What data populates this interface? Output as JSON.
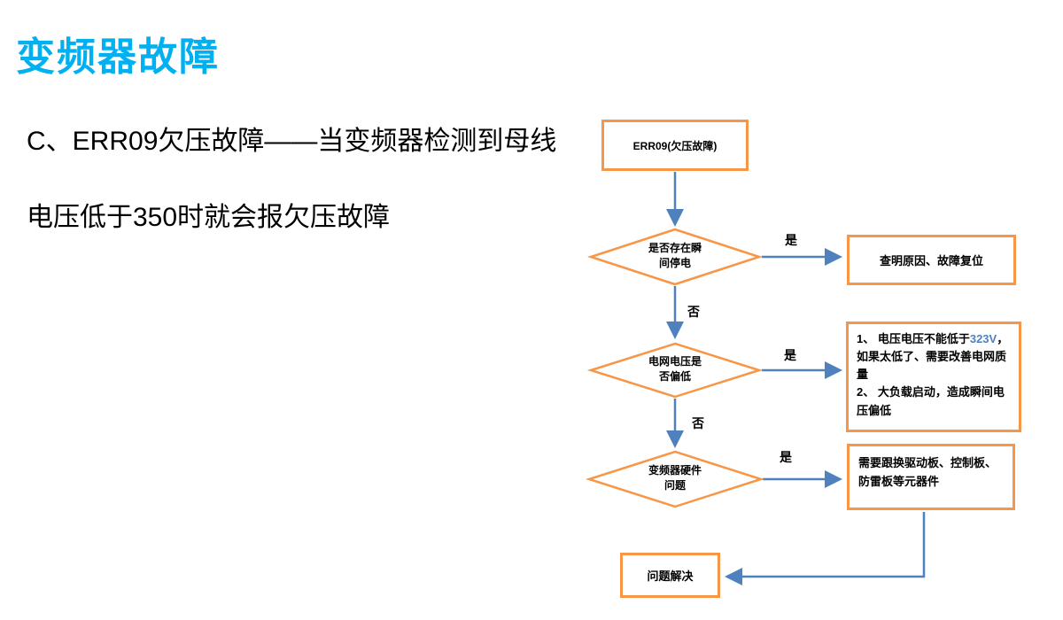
{
  "title": "变频器故障",
  "description": {
    "line1": "C、ERR09欠压故障——当变频器检测到母线",
    "line2": "电压低于350时就会报欠压故障"
  },
  "labels": {
    "yes": "是",
    "no": "否"
  },
  "flowchart": {
    "start": "ERR09(欠压故障)",
    "decision1": {
      "line1": "是否存在瞬",
      "line2": "间停电"
    },
    "action1": "查明原因、故障复位",
    "decision2": {
      "line1": "电网电压是",
      "line2": "否偏低"
    },
    "action2": {
      "item1_prefix": "1、 电压电压不能低于",
      "item1_highlight": "323V",
      "item1_suffix": "，如果太低了、需要改善电网质量",
      "item2": "2、 大负载启动，造成瞬间电压偏低"
    },
    "decision3": {
      "line1": "变频器硬件",
      "line2": "问题"
    },
    "action3": "需要跟换驱动板、控制板、防雷板等元器件",
    "end": "问题解决"
  },
  "colors": {
    "title_blue": "#00B0F0",
    "shape_border_orange": "#F79646",
    "connector_blue": "#4E81BD",
    "highlight_blue": "#4F81BD",
    "text": "#000000",
    "background": "#FFFFFF"
  }
}
